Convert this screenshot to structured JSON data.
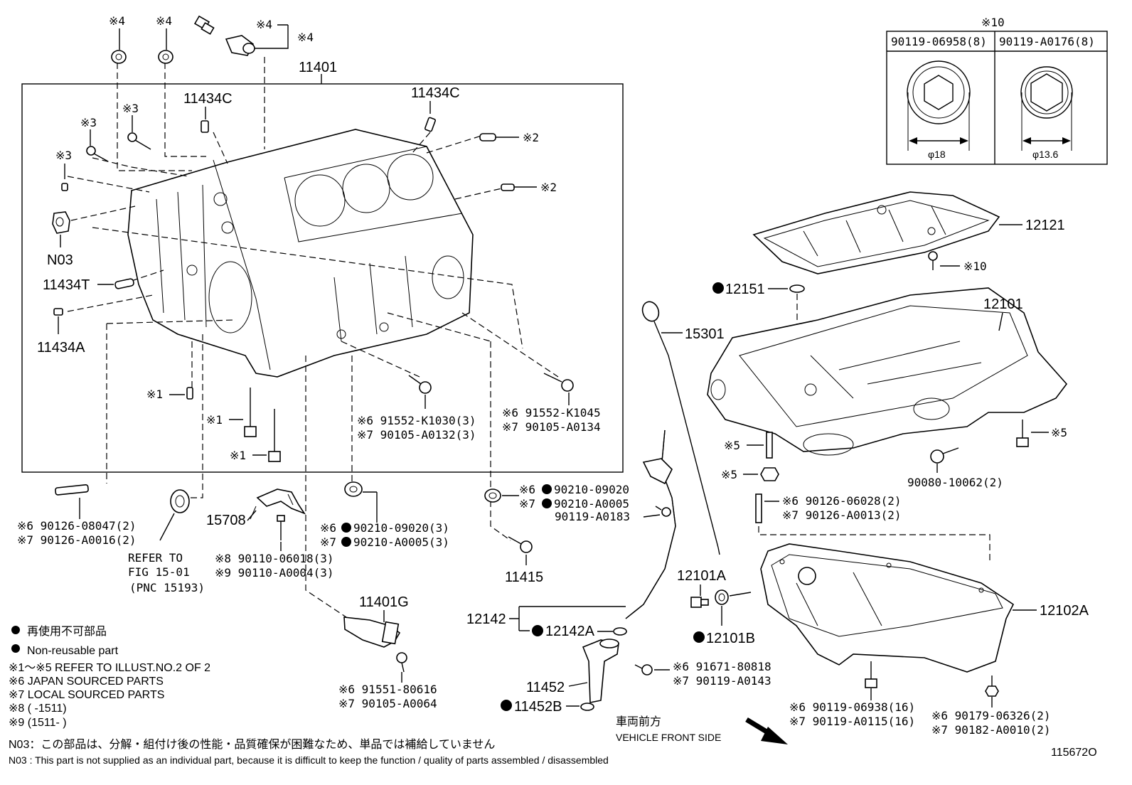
{
  "figure_id": "115672O",
  "box_part": "11401",
  "labels": {
    "n03": "N03",
    "p11434c_a": "11434C",
    "p11434c_b": "11434C",
    "p11434t": "11434T",
    "p11434a": "11434A",
    "p12121": "12121",
    "p12151": "12151",
    "p12101": "12101",
    "p15301": "15301",
    "p15708": "15708",
    "p11415": "11415",
    "p11401g": "11401G",
    "p12142": "12142",
    "p12142a": "12142A",
    "p12101a": "12101A",
    "p12101b": "12101B",
    "p12102a": "12102A",
    "p11452": "11452",
    "p11452b": "11452B",
    "p90080": "90080-10062(2)",
    "p90119_a0183": "90119-A0183",
    "refer_fig": "REFER TO",
    "refer_fig2": "FIG 15-01",
    "refer_pnc": "(PNC 15193)"
  },
  "marks": {
    "m4a": "※4",
    "m4b": "※4",
    "m4c": "※4",
    "m4d": "※4",
    "m3a": "※3",
    "m3b": "※3",
    "m3c": "※3",
    "m2a": "※2",
    "m2b": "※2",
    "m1a": "※1",
    "m1b": "※1",
    "m1c": "※1",
    "m5a": "※5",
    "m5b": "※5",
    "m5c": "※5",
    "m10a": "※10",
    "m10b": "※10"
  },
  "callouts": {
    "c1_l1": "※6 91552-K1030(3)",
    "c1_l2": "※7 90105-A0132(3)",
    "c2_l1": "※6 91552-K1045",
    "c2_l2": "※7 90105-A0134",
    "c3_l1": "※6 90126-08047(2)",
    "c3_l2": "※7 90126-A0016(2)",
    "c4_l1": "※8 90110-06018(3)",
    "c4_l2": "※9 90110-A0004(3)",
    "c5_l1": "※6",
    "c5_l1b": "90210-09020(3)",
    "c5_l2": "※7",
    "c5_l2b": "90210-A0005(3)",
    "c6_l1": "※6",
    "c6_l1b": "90210-09020",
    "c6_l2": "※7",
    "c6_l2b": "90210-A0005",
    "c7_l1": "※6 91551-80616",
    "c7_l2": "※7 90105-A0064",
    "c8_l1": "※6 90126-06028(2)",
    "c8_l2": "※7 90126-A0013(2)",
    "c9_l1": "※6 91671-80818",
    "c9_l2": "※7 90119-A0143",
    "c10_l1": "※6 90119-06938(16)",
    "c10_l2": "※7 90119-A0115(16)",
    "c11_l1": "※6 90179-06326(2)",
    "c11_l2": "※7 90182-A0010(2)"
  },
  "spec_table": {
    "header_mark": "※10",
    "col1": "90119-06958(8)",
    "col2": "90119-A0176(8)",
    "dim1": "φ18",
    "dim2": "φ13.6"
  },
  "legend": {
    "l1": "再使用不可部品",
    "l2": "Non-reusable part",
    "l3": "※1～※5  REFER TO ILLUST.NO.2 OF 2",
    "l4": "※6 JAPAN SOURCED PARTS",
    "l5": "※7 LOCAL SOURCED PARTS",
    "l6": "※8 (       -1511)",
    "l7": "※9 (1511-       )"
  },
  "front": {
    "jp": "車両前方",
    "en": "VEHICLE FRONT SIDE"
  },
  "footnote": {
    "jp": "N03：この部品は、分解・組付け後の性能・品質確保が困難なため、単品では補給していません",
    "en": "N03 : This part is not supplied as an individual part, because it is difficult to keep the function / quality of parts  assembled / disassembled"
  }
}
